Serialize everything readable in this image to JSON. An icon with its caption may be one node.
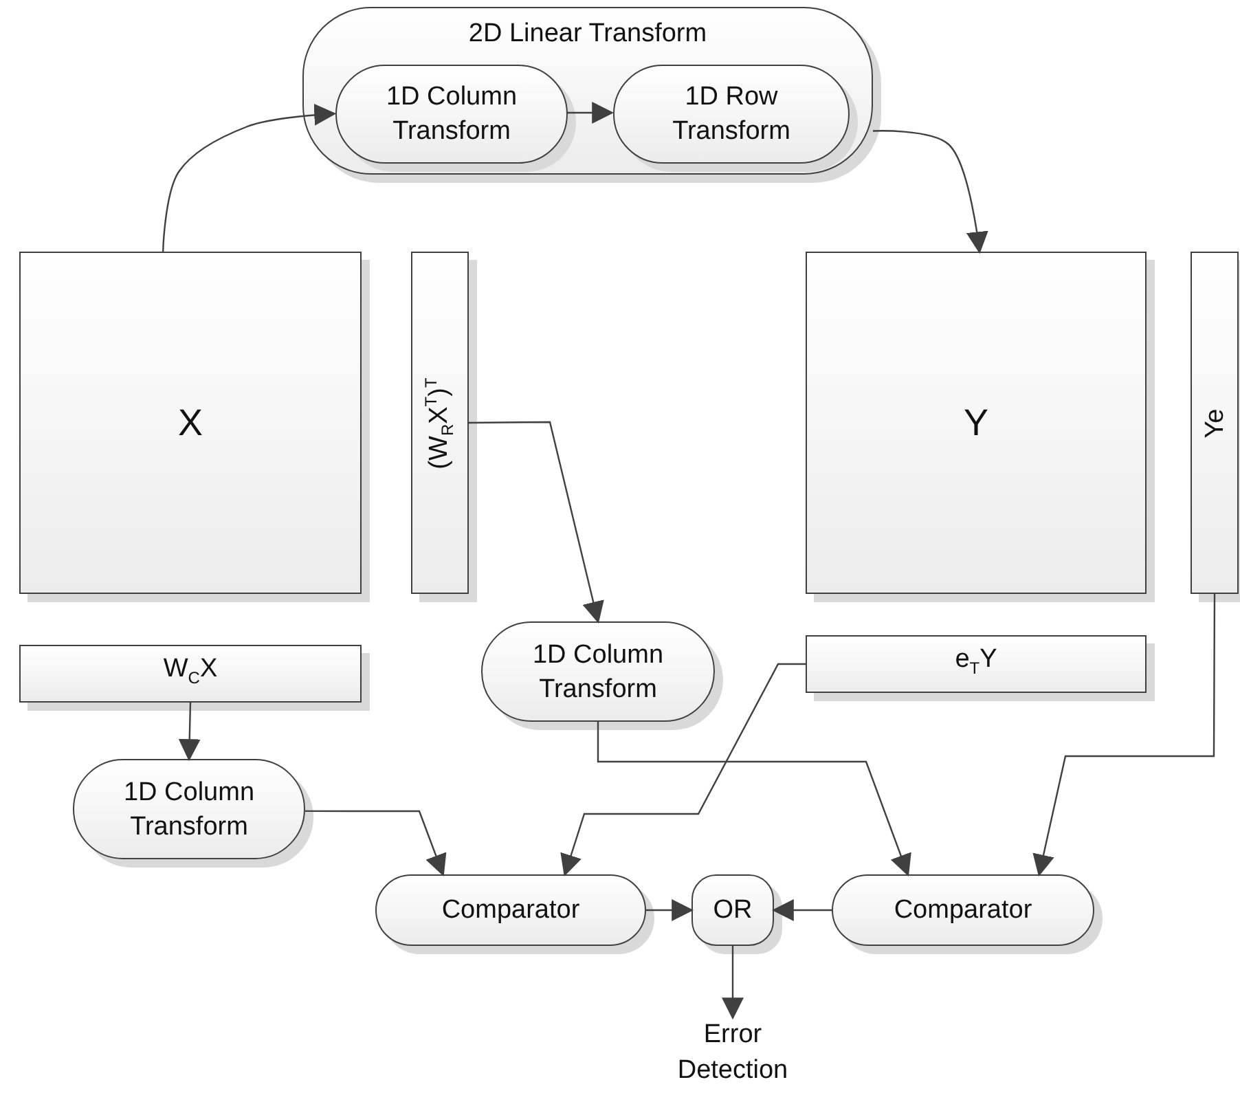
{
  "diagram": {
    "nodes": [
      {
        "text": [
          "2D Linear Transform"
        ]
      },
      {
        "text": [
          "1D Column Transform"
        ],
        "in": 0
      },
      {
        "text": [
          "1D Row Transform"
        ],
        "in": 0
      },
      {
        "text": [
          "X"
        ]
      },
      {
        "text": [
          "(W$_{R}$X$^{T}$)$^{T}$"
        ]
      },
      {
        "text": [
          "Y"
        ]
      },
      {
        "text": [
          "Ye"
        ]
      },
      {
        "text": [
          "W$_{C}$X"
        ]
      },
      {
        "text": [
          "1D Column Transform"
        ]
      },
      {
        "text": [
          "e$_{T}$Y"
        ]
      },
      {
        "text": [
          "1D Column Transform"
        ]
      },
      {
        "text": [
          "Comparator"
        ]
      },
      {
        "text": [
          "OR"
        ]
      },
      {
        "text": [
          "Comparator"
        ]
      },
      {
        "text": [
          "Error Detection"
        ]
      }
    ],
    "edges": [
      {
        "from": 3,
        "to": 1,
        "arrow": "to"
      },
      {
        "from": 0,
        "to": 5,
        "arrow": "to"
      },
      {
        "from": 1,
        "to": 2,
        "arrow": "to"
      },
      {
        "from": 4,
        "to": 8,
        "arrow": "to"
      },
      {
        "from": 7,
        "to": 10,
        "arrow": "to"
      },
      {
        "from": 10,
        "to": 11,
        "arrow": "to"
      },
      {
        "from": 9,
        "to": 11,
        "arrow": "to"
      },
      {
        "from": 8,
        "to": 13,
        "arrow": "to"
      },
      {
        "from": 6,
        "to": 13,
        "arrow": "to"
      },
      {
        "from": 11,
        "to": 12,
        "arrow": "to"
      },
      {
        "from": 13,
        "to": 12,
        "arrow": "to"
      },
      {
        "from": 12,
        "to": 14,
        "arrow": "to"
      }
    ]
  }
}
